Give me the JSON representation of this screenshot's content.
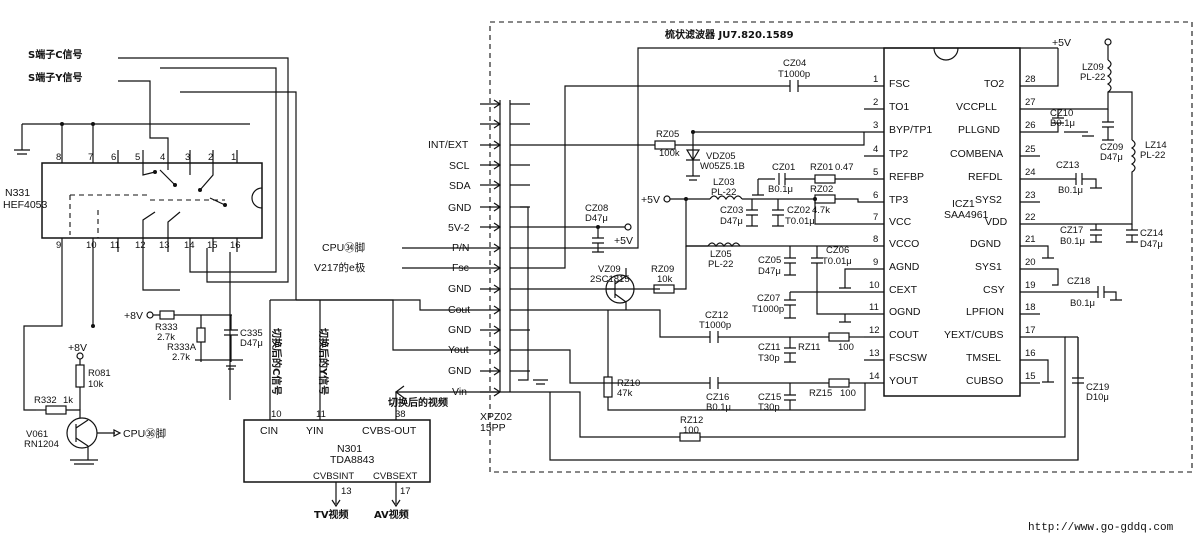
{
  "watermark": "http://www.go-gddq.com",
  "filter_title": "梳状滤波器 JU7.820.1589",
  "signals": {
    "s_c": "S端子C信号",
    "s_y": "S端子Y信号",
    "cpu34": "CPU㉞脚",
    "v217": "V217的e极",
    "cpu36": "CPU㊱脚",
    "switched_c": "切换后的C信号",
    "switched_y": "切换后的Y信号",
    "switched_video": "切换后的视频",
    "tv_video": "TV视频",
    "av_video": "AV视频",
    "plus5v_left": "+5V",
    "plus5v_right": "+5V",
    "plus5v_top": "+5V",
    "plus8v_a": "+8V",
    "plus8v_b": "+8V"
  },
  "n331": {
    "ref": "N331",
    "part": "HEF4053",
    "top_pins": [
      "8",
      "7",
      "6",
      "5",
      "4",
      "3",
      "2",
      "1"
    ],
    "bottom_pins": [
      "9",
      "10",
      "11",
      "12",
      "13",
      "14",
      "15",
      "16"
    ]
  },
  "n301": {
    "ref": "N301",
    "part": "TDA8843",
    "cin": "CIN",
    "yin": "YIN",
    "cvbs_out": "CVBS-OUT",
    "cvbsint": "CVBSINT",
    "cvbsext": "CVBSEXT",
    "pin10": "10",
    "pin11": "11",
    "pin38": "38",
    "pin13": "13",
    "pin17": "17"
  },
  "xpz02": {
    "ref": "XPZ02",
    "part": "15PP",
    "labels": [
      "INT/EXT",
      "SCL",
      "SDA",
      "GND",
      "5V-2",
      "P/N",
      "Fsc",
      "GND",
      "Cout",
      "GND",
      "Yout",
      "GND",
      "Vin"
    ]
  },
  "icz1": {
    "ref": "ICZ1",
    "part": "SAA4961",
    "left": [
      {
        "n": "1",
        "name": "FSC"
      },
      {
        "n": "2",
        "name": "TO1"
      },
      {
        "n": "3",
        "name": "BYP/TP1"
      },
      {
        "n": "4",
        "name": "TP2"
      },
      {
        "n": "5",
        "name": "REFBP"
      },
      {
        "n": "6",
        "name": "TP3"
      },
      {
        "n": "7",
        "name": "VCC"
      },
      {
        "n": "8",
        "name": "VCCO"
      },
      {
        "n": "9",
        "name": "AGND"
      },
      {
        "n": "10",
        "name": "CEXT"
      },
      {
        "n": "11",
        "name": "OGND"
      },
      {
        "n": "12",
        "name": "COUT"
      },
      {
        "n": "13",
        "name": "FSCSW"
      },
      {
        "n": "14",
        "name": "YOUT"
      }
    ],
    "right": [
      {
        "n": "28",
        "name": "TO2"
      },
      {
        "n": "27",
        "name": "VCCPLL"
      },
      {
        "n": "26",
        "name": "PLLGND"
      },
      {
        "n": "25",
        "name": "COMBENA"
      },
      {
        "n": "24",
        "name": "REFDL"
      },
      {
        "n": "23",
        "name": "SYS2"
      },
      {
        "n": "22",
        "name": "VDD"
      },
      {
        "n": "21",
        "name": "DGND"
      },
      {
        "n": "20",
        "name": "SYS1"
      },
      {
        "n": "19",
        "name": "CSY"
      },
      {
        "n": "18",
        "name": "LPFION"
      },
      {
        "n": "17",
        "name": "YEXT/CUBS"
      },
      {
        "n": "16",
        "name": "TMSEL"
      },
      {
        "n": "15",
        "name": "CUBSO"
      }
    ]
  },
  "components": {
    "r333": {
      "ref": "R333",
      "val": "2.7k"
    },
    "r333a": {
      "ref": "R333A",
      "val": "2.7k"
    },
    "c335": {
      "ref": "C335",
      "val": "D47μ"
    },
    "r081": {
      "ref": "R081",
      "val": "10k"
    },
    "r332": {
      "ref": "R332",
      "val": "1k"
    },
    "v061": {
      "ref": "V061",
      "val": "RN1204"
    },
    "cz04": {
      "ref": "CZ04",
      "val": "T1000p"
    },
    "rz05": {
      "ref": "RZ05",
      "val": "100k"
    },
    "vdz05": {
      "ref": "VDZ05",
      "val": "W05Z5.1B"
    },
    "cz01": {
      "ref": "CZ01",
      "val": "B0.1μ"
    },
    "rz01": {
      "ref": "RZ01",
      "val": "0.47"
    },
    "lz03": {
      "ref": "LZ03",
      "val": "PL-22"
    },
    "rz02": {
      "ref": "RZ02",
      "val": "4.7k"
    },
    "cz08": {
      "ref": "CZ08",
      "val": "D47μ"
    },
    "cz03": {
      "ref": "CZ03",
      "val": "D47μ"
    },
    "cz02": {
      "ref": "CZ02",
      "val": "T0.01μ"
    },
    "lz05": {
      "ref": "LZ05",
      "val": "PL-22"
    },
    "cz05": {
      "ref": "CZ05",
      "val": "D47μ"
    },
    "cz06": {
      "ref": "CZ06",
      "val": "T0.01μ"
    },
    "vz09": {
      "ref": "VZ09",
      "val": "2SC1815"
    },
    "rz09": {
      "ref": "RZ09",
      "val": "10k"
    },
    "cz07": {
      "ref": "CZ07",
      "val": "T1000p"
    },
    "cz12": {
      "ref": "CZ12",
      "val": "T1000p"
    },
    "cz11": {
      "ref": "CZ11",
      "val": "T30p"
    },
    "rz11": {
      "ref": "RZ11",
      "val": "100"
    },
    "rz10": {
      "ref": "RZ10",
      "val": "47k"
    },
    "cz16": {
      "ref": "CZ16",
      "val": "B0.1μ"
    },
    "cz15": {
      "ref": "CZ15",
      "val": "T30p"
    },
    "rz15": {
      "ref": "RZ15",
      "val": "100"
    },
    "rz12": {
      "ref": "RZ12",
      "val": "100"
    },
    "lz09": {
      "ref": "LZ09",
      "val": "PL-22"
    },
    "cz10": {
      "ref": "CZ10",
      "val": "B0.1μ"
    },
    "cz09": {
      "ref": "CZ09",
      "val": "D47μ"
    },
    "lz14": {
      "ref": "LZ14",
      "val": "PL-22"
    },
    "cz13": {
      "ref": "CZ13",
      "val": "B0.1μ"
    },
    "cz17": {
      "ref": "CZ17",
      "val": "B0.1μ"
    },
    "cz14": {
      "ref": "CZ14",
      "val": "D47μ"
    },
    "cz18": {
      "ref": "CZ18",
      "val": "B0.1μ"
    },
    "cz19": {
      "ref": "CZ19",
      "val": "D10μ"
    }
  }
}
